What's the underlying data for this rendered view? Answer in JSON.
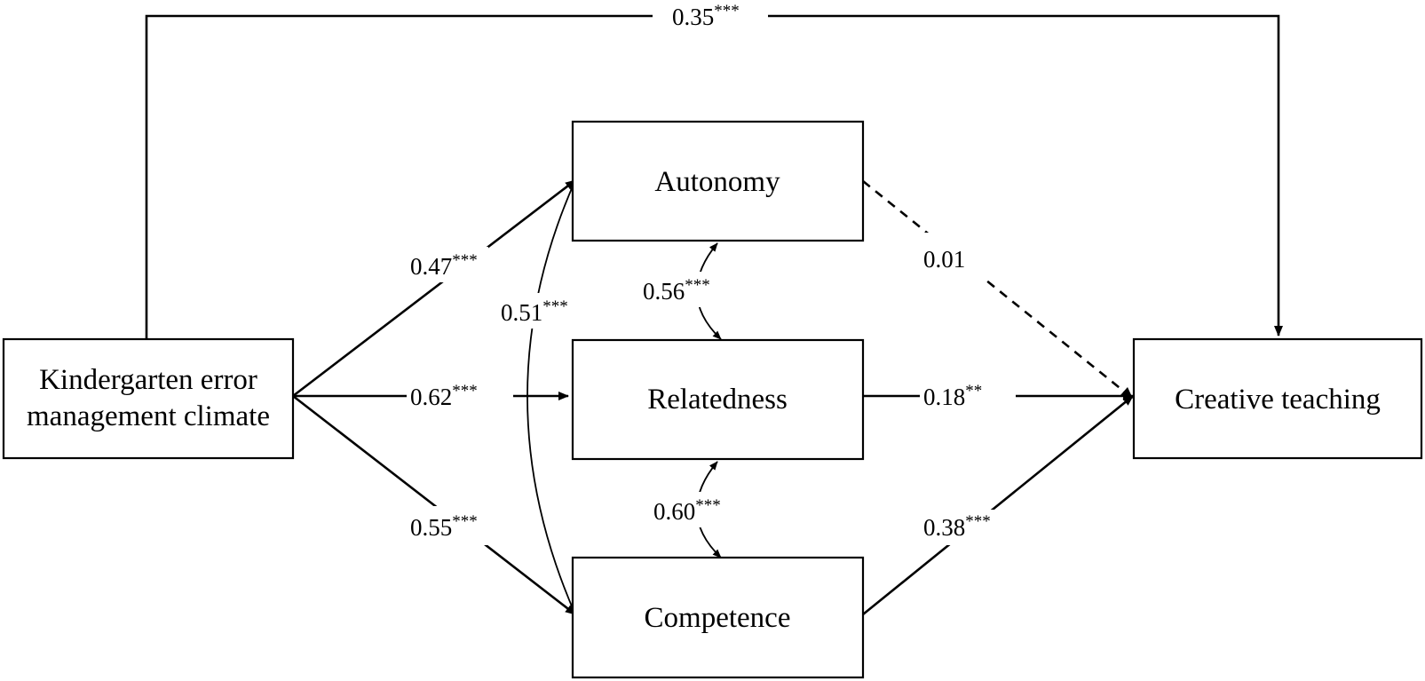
{
  "nodes": {
    "predictor": {
      "line1": "Kindergarten error",
      "line2": "management climate"
    },
    "autonomy": {
      "label": "Autonomy"
    },
    "relatedness": {
      "label": "Relatedness"
    },
    "competence": {
      "label": "Competence"
    },
    "outcome": {
      "label": "Creative teaching"
    }
  },
  "paths": {
    "direct": {
      "coef": "0.35",
      "sig": "***"
    },
    "pred_autonomy": {
      "coef": "0.47",
      "sig": "***"
    },
    "pred_relatedness": {
      "coef": "0.62",
      "sig": "***"
    },
    "pred_competence": {
      "coef": "0.55",
      "sig": "***"
    },
    "autonomy_outcome": {
      "coef": "0.01",
      "sig": ""
    },
    "relatedness_outcome": {
      "coef": "0.18",
      "sig": "**"
    },
    "competence_outcome": {
      "coef": "0.38",
      "sig": "***"
    }
  },
  "correlations": {
    "autonomy_relatedness": {
      "coef": "0.56",
      "sig": "***"
    },
    "relatedness_competence": {
      "coef": "0.60",
      "sig": "***"
    },
    "autonomy_competence": {
      "coef": "0.51",
      "sig": "***"
    }
  }
}
